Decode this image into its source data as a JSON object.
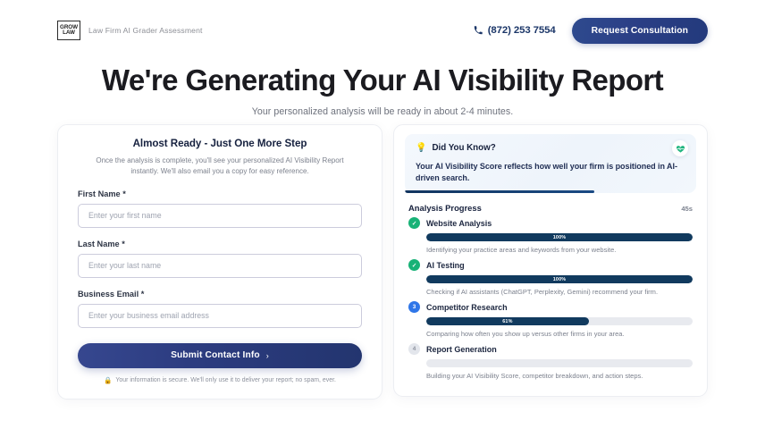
{
  "header": {
    "logo_line1": "GROW",
    "logo_line2": "LAW",
    "brand_text": "Law Firm AI Grader Assessment",
    "phone_icon": "phone-icon",
    "phone": "(872) 253 7554",
    "cta_label": "Request Consultation"
  },
  "hero": {
    "title": "We're Generating Your AI Visibility Report",
    "subtitle": "Your personalized analysis will be ready in about 2-4 minutes."
  },
  "form": {
    "title": "Almost Ready - Just One More Step",
    "subtitle": "Once the analysis is complete, you'll see your personalized AI Visibility Report instantly. We'll also email you a copy for easy reference.",
    "fields": [
      {
        "label": "First Name *",
        "placeholder": "Enter your first name",
        "value": ""
      },
      {
        "label": "Last Name *",
        "placeholder": "Enter your last name",
        "value": ""
      },
      {
        "label": "Business Email *",
        "placeholder": "Enter your business email address",
        "value": ""
      }
    ],
    "submit_label": "Submit Contact Info",
    "submit_chevron": "›",
    "secure_icon": "lock-icon",
    "secure_note": "Your information is secure. We'll only use it to deliver your report; no spam, ever."
  },
  "did_you_know": {
    "bulb_icon": "lightbulb-icon",
    "title": "Did You Know?",
    "body": "Your AI Visibility Score reflects how well your firm is positioned in AI-driven search.",
    "badge_icon": "heart-pulse-icon",
    "progress_pct": 65
  },
  "progress": {
    "title": "Analysis Progress",
    "timer": "45s",
    "steps": [
      {
        "badge": "✓",
        "state": "done",
        "name": "Website Analysis",
        "percent": 100,
        "percent_label": "100%",
        "description": "Identifying your practice areas and keywords from your website."
      },
      {
        "badge": "✓",
        "state": "done",
        "name": "AI Testing",
        "percent": 100,
        "percent_label": "100%",
        "description": "Checking if AI assistants (ChatGPT, Perplexity, Gemini) recommend your firm."
      },
      {
        "badge": "3",
        "state": "active",
        "name": "Competitor Research",
        "percent": 61,
        "percent_label": "61%",
        "description": "Comparing how often you show up versus other firms in your area."
      },
      {
        "badge": "4",
        "state": "pending",
        "name": "Report Generation",
        "percent": 0,
        "percent_label": "",
        "description": "Building your AI Visibility Score, competitor breakdown, and action steps."
      }
    ]
  },
  "colors": {
    "brand_navy": "#233a7c",
    "bar_navy": "#113a5e",
    "done_green": "#18b277",
    "active_blue": "#2f76e8",
    "pending_gray": "#e3e6ec",
    "page_bg": "#ffffff"
  }
}
